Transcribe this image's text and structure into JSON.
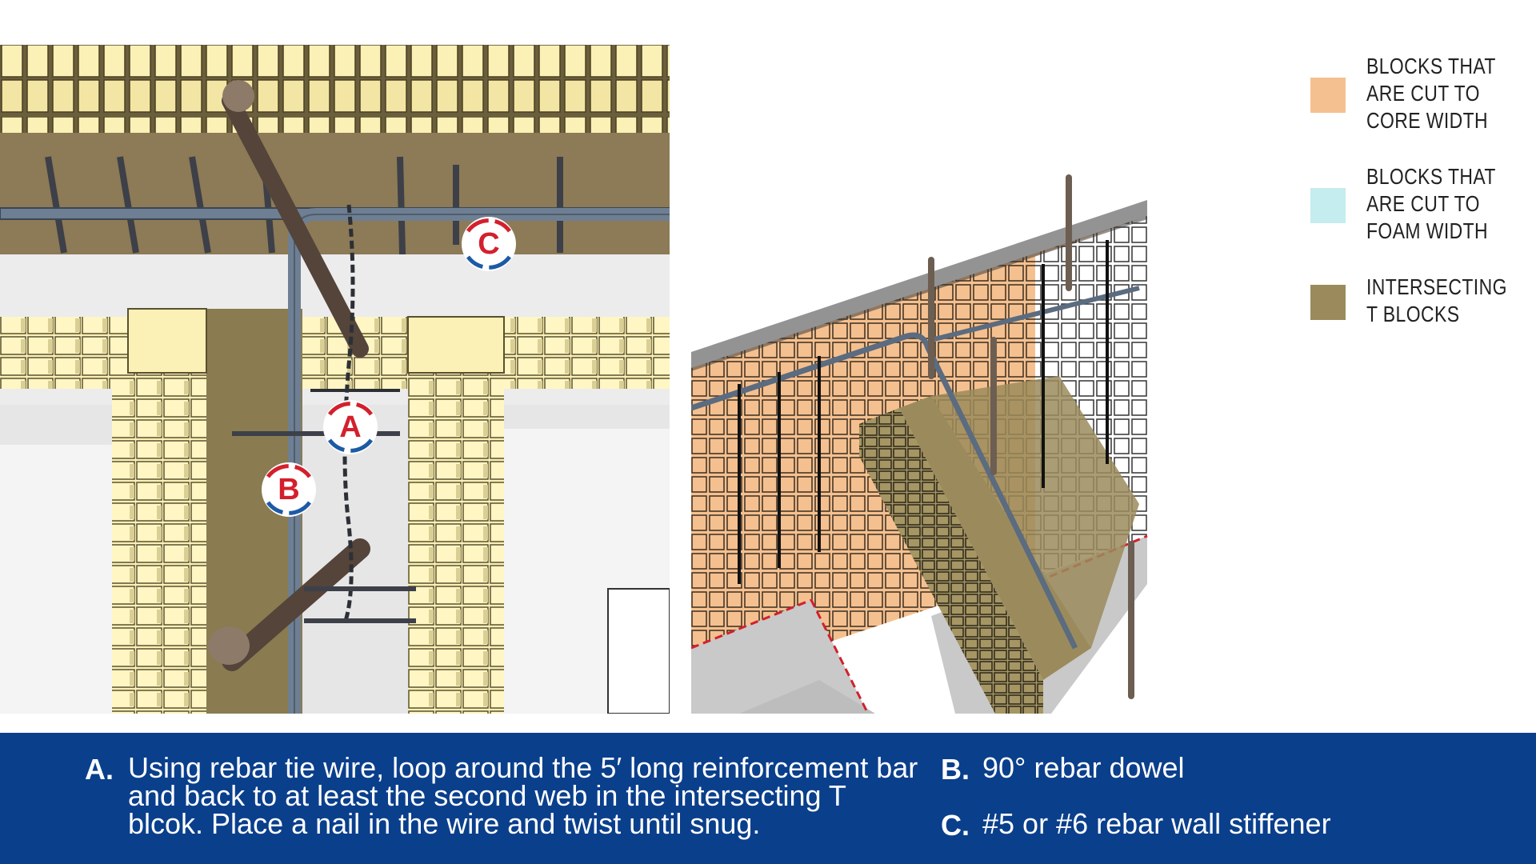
{
  "legend": {
    "items": [
      {
        "label": "BLOCKS THAT\nARE CUT TO\nCORE WIDTH",
        "color": "#f5c08f"
      },
      {
        "label": "BLOCKS THAT\nARE CUT TO\nFOAM WIDTH",
        "color": "#c5ecee"
      },
      {
        "label": "INTERSECTING\nT BLOCKS",
        "color": "#9b8b5c"
      }
    ]
  },
  "callouts": {
    "a": "A",
    "b": "B",
    "c": "C"
  },
  "colors": {
    "footer": "#0a3f8c",
    "callout_red": "#d3202d",
    "callout_blue": "#1d5aa6"
  },
  "notes": [
    {
      "letter": "A.",
      "text": "Using rebar tie wire, loop around the 5′ long reinforcement bar and back to at least the second web in the intersecting T blcok. Place a nail in the wire and twist until snug."
    },
    {
      "letter": "B.",
      "text": "90° rebar dowel"
    },
    {
      "letter": "C.",
      "text": "#5 or #6 rebar wall stiffener"
    }
  ]
}
